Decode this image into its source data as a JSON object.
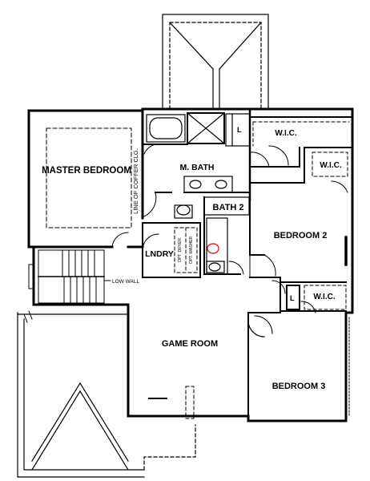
{
  "rooms": {
    "master_bedroom": "MASTER BEDROOM",
    "m_bath": "M. BATH",
    "wic_1": "W.I.C.",
    "wic_2": "W.I.C.",
    "wic_3": "W.I.C.",
    "bath_2": "BATH 2",
    "bedroom_2": "BEDROOM 2",
    "lndry": "LNDRY",
    "game_room": "GAME ROOM",
    "bedroom_3": "BEDROOM 3"
  },
  "annotations": {
    "coffer_ceiling": "LINE OF COFFER CLG.",
    "low_wall": "LOW WALL",
    "linen_l1": "L",
    "linen_l2": "L",
    "dryer": "OPT. DRYER",
    "washer": "OPT. WASHER"
  }
}
